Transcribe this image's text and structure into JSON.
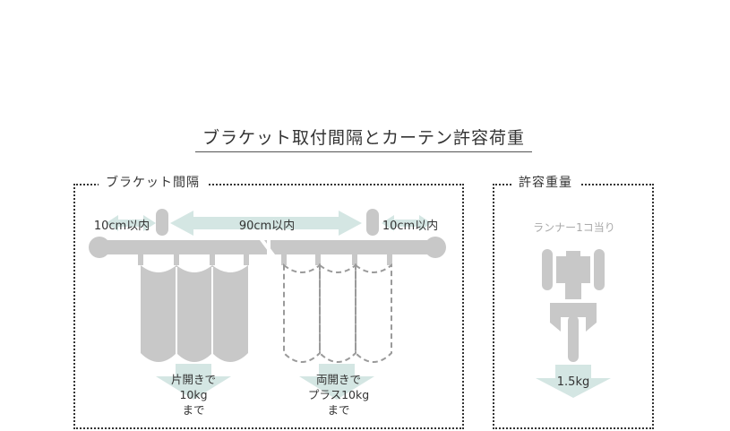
{
  "title": "ブラケット取付間隔とカーテン許容荷重",
  "left_panel": {
    "label": "ブラケット間隔",
    "left_gap": "10cm以内",
    "middle_gap": "90cm以内",
    "right_gap": "10cm以内",
    "one_way_lines": [
      "片開きで",
      "10kg",
      "まで"
    ],
    "two_way_lines": [
      "両開きで",
      "プラス10kg",
      "まで"
    ]
  },
  "right_panel": {
    "label": "許容重量",
    "runner_label": "ランナー1コ当り",
    "weight": "1.5kg"
  },
  "colors": {
    "gray": "#c8c8c8",
    "arrow": "#d4e6e3",
    "dash": "#9a9a9a"
  }
}
